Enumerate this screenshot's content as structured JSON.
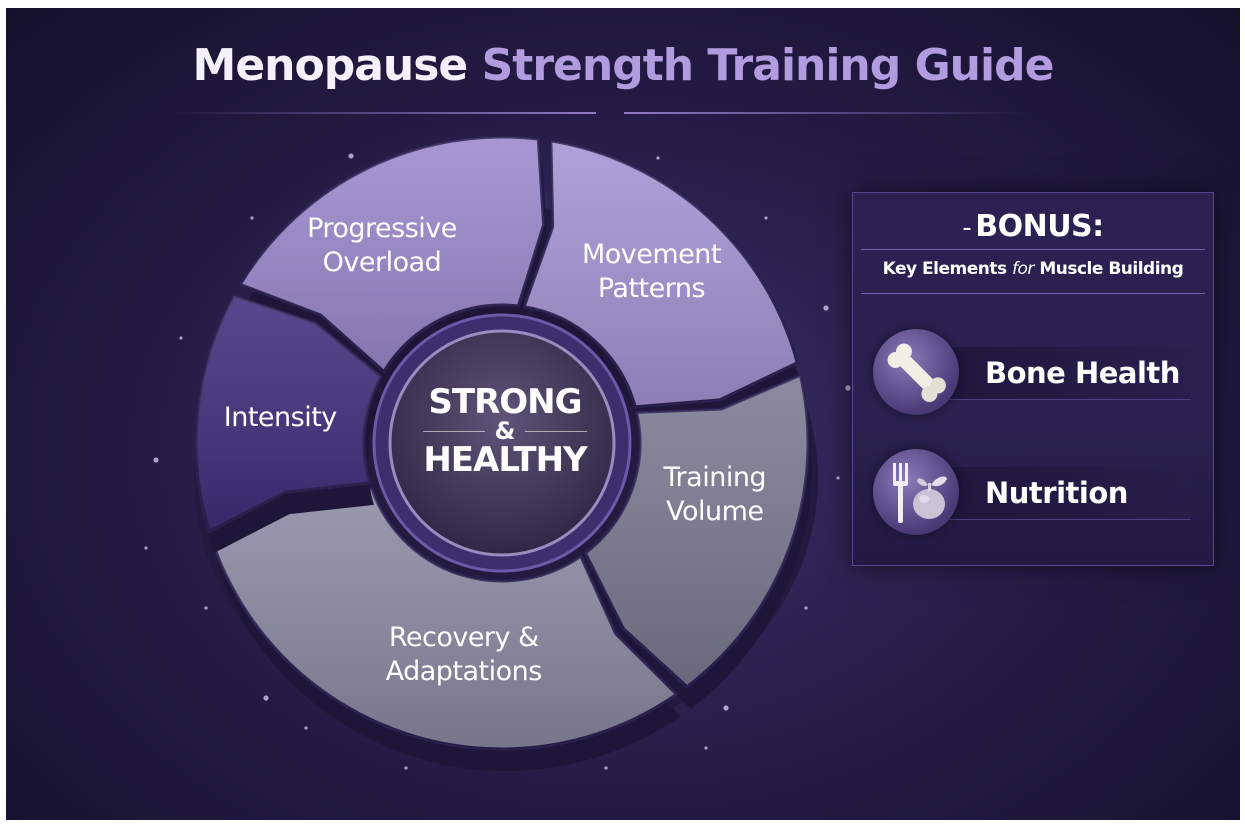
{
  "title": {
    "part1": "Menopause",
    "part2": "Strength Training Guide"
  },
  "cycle": {
    "hub": {
      "line1": "STRONG",
      "amp": "&",
      "line2": "HEALTHY"
    },
    "segments": [
      {
        "line1": "Progressive",
        "line2": "Overload",
        "color": "#9c88cc"
      },
      {
        "line1": "Movement",
        "line2": "Patterns",
        "color": "#a593d4"
      },
      {
        "line1": "Training",
        "line2": "Volume",
        "color": "#7b7a92"
      },
      {
        "line1": "Recovery &",
        "line2": "Adaptations",
        "color": "#8b8aa3"
      },
      {
        "line1": "Intensity",
        "line2": "",
        "color": "#3f2f7c"
      }
    ]
  },
  "bonus": {
    "dash": "-",
    "heading": "BONUS:",
    "subtitle_a": "Key Elements ",
    "subtitle_em": "for",
    "subtitle_b": " Muscle Building",
    "items": [
      {
        "label": "Bone Health",
        "icon": "bone-icon"
      },
      {
        "label": "Nutrition",
        "icon": "fork-and-apple-icon"
      }
    ]
  }
}
